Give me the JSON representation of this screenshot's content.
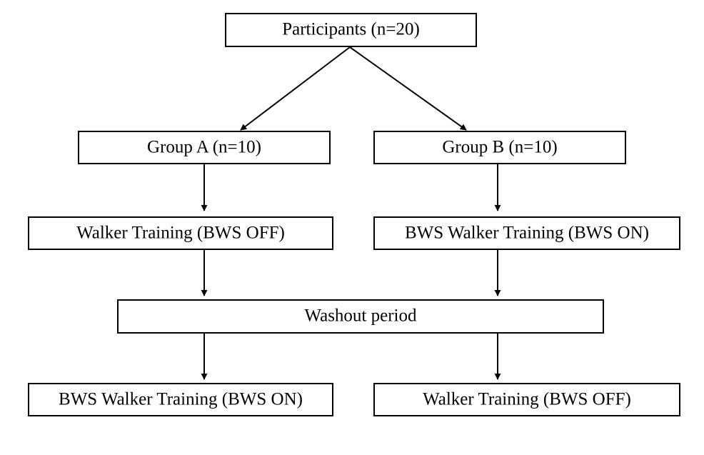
{
  "diagram": {
    "colors": {
      "stroke": "#000000",
      "fill": "#ffffff",
      "text": "#000000"
    },
    "nodes": {
      "participants": "Participants (n=20)",
      "group_a": "Group A (n=10)",
      "group_b": "Group B (n=10)",
      "a_first_training": "Walker Training (BWS OFF)",
      "b_first_training": "BWS Walker Training (BWS ON)",
      "washout": "Washout period",
      "a_second_training": "BWS Walker Training (BWS ON)",
      "b_second_training": "Walker Training (BWS OFF)"
    },
    "edges": [
      {
        "from": "participants",
        "to": "group_a"
      },
      {
        "from": "participants",
        "to": "group_b"
      },
      {
        "from": "group_a",
        "to": "a_first_training"
      },
      {
        "from": "group_b",
        "to": "b_first_training"
      },
      {
        "from": "a_first_training",
        "to": "washout"
      },
      {
        "from": "b_first_training",
        "to": "washout"
      },
      {
        "from": "washout",
        "to": "a_second_training"
      },
      {
        "from": "washout",
        "to": "b_second_training"
      }
    ]
  }
}
